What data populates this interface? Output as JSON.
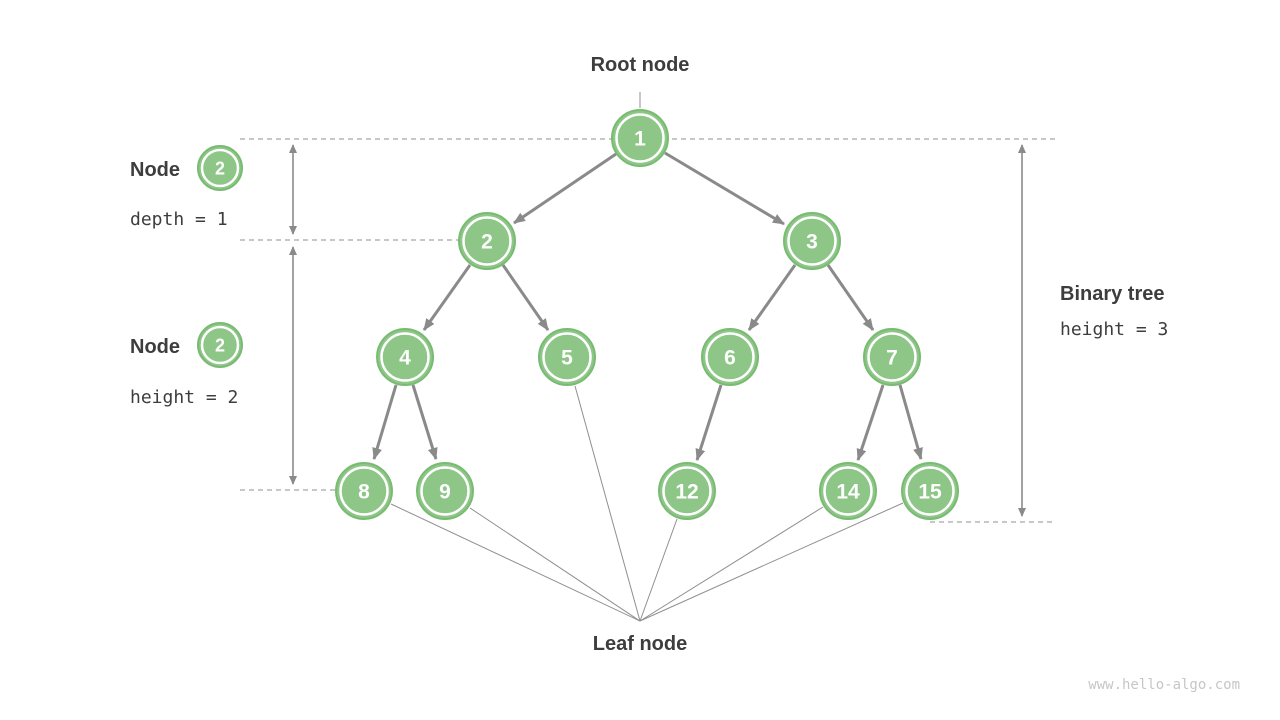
{
  "annotations": {
    "root_label": "Root node",
    "leaf_label": "Leaf node",
    "node_depth": {
      "label": "Node",
      "badge": "2",
      "metric": "depth = 1"
    },
    "node_height": {
      "label": "Node",
      "badge": "2",
      "metric": "height = 2"
    },
    "binary_tree": {
      "label": "Binary tree",
      "metric": "height = 3"
    }
  },
  "tree": {
    "nodes": [
      {
        "value": "1"
      },
      {
        "value": "2"
      },
      {
        "value": "3"
      },
      {
        "value": "4"
      },
      {
        "value": "5"
      },
      {
        "value": "6"
      },
      {
        "value": "7"
      },
      {
        "value": "8"
      },
      {
        "value": "9"
      },
      {
        "value": "12"
      },
      {
        "value": "14"
      },
      {
        "value": "15"
      }
    ],
    "edges": [
      [
        "1",
        "2"
      ],
      [
        "1",
        "3"
      ],
      [
        "2",
        "4"
      ],
      [
        "2",
        "5"
      ],
      [
        "3",
        "6"
      ],
      [
        "3",
        "7"
      ],
      [
        "4",
        "8"
      ],
      [
        "4",
        "9"
      ],
      [
        "6",
        "12"
      ],
      [
        "7",
        "14"
      ],
      [
        "7",
        "15"
      ]
    ],
    "leaf_nodes": [
      "8",
      "9",
      "5",
      "12",
      "14",
      "15"
    ]
  },
  "watermark": "www.hello-algo.com",
  "colors": {
    "node_fill": "#8dc687",
    "node_border": "#79bb72",
    "edge_gray": "#8a8a8a",
    "dashed_gray": "#a6a6a6",
    "text_dark": "#3d3d3d",
    "watermark_gray": "#c6c6c6",
    "background": "#ffffff"
  }
}
